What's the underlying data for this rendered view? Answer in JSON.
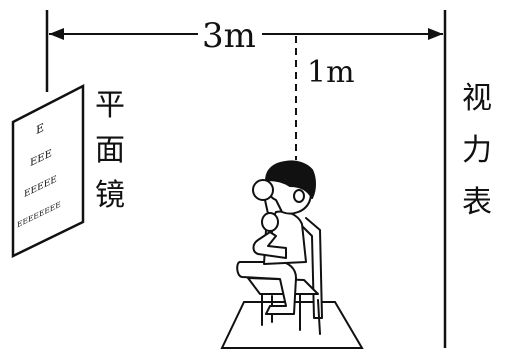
{
  "labels": {
    "total_distance": "3m",
    "offset_distance": "1m",
    "mirror": [
      "平",
      "面",
      "镜"
    ],
    "eye_chart": [
      "视",
      "力",
      "表"
    ],
    "chart_rows": [
      "E",
      "EEE",
      "EEEEE",
      "EEEEEEEE"
    ]
  }
}
